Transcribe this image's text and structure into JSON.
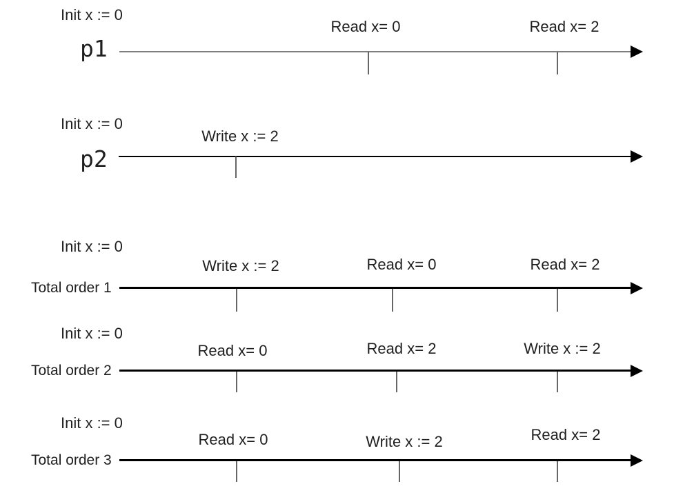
{
  "colors": {
    "p1_line": "#7f7f7f",
    "p2_line": "#000000",
    "total_order_line": "#000000",
    "tick": "#666666",
    "arrowhead": "#000000",
    "text": "#1f1f1f"
  },
  "timelines": [
    {
      "name": "p1",
      "init_label": "Init x := 0",
      "events": [
        {
          "label": "Read x= 0"
        },
        {
          "label": "Read x= 2"
        }
      ]
    },
    {
      "name": "p2",
      "init_label": "Init x := 0",
      "events": [
        {
          "label": "Write x := 2"
        }
      ]
    },
    {
      "name": "Total order 1",
      "init_label": "Init x := 0",
      "events": [
        {
          "label": "Write x := 2"
        },
        {
          "label": "Read x= 0"
        },
        {
          "label": "Read x= 2"
        }
      ]
    },
    {
      "name": "Total order 2",
      "init_label": "Init x := 0",
      "events": [
        {
          "label": "Read x= 0"
        },
        {
          "label": "Read x= 2"
        },
        {
          "label": "Write x := 2"
        }
      ]
    },
    {
      "name": "Total order 3",
      "init_label": "Init x := 0",
      "events": [
        {
          "label": "Read x= 0"
        },
        {
          "label": "Write x := 2"
        },
        {
          "label": "Read x= 2"
        }
      ]
    }
  ]
}
